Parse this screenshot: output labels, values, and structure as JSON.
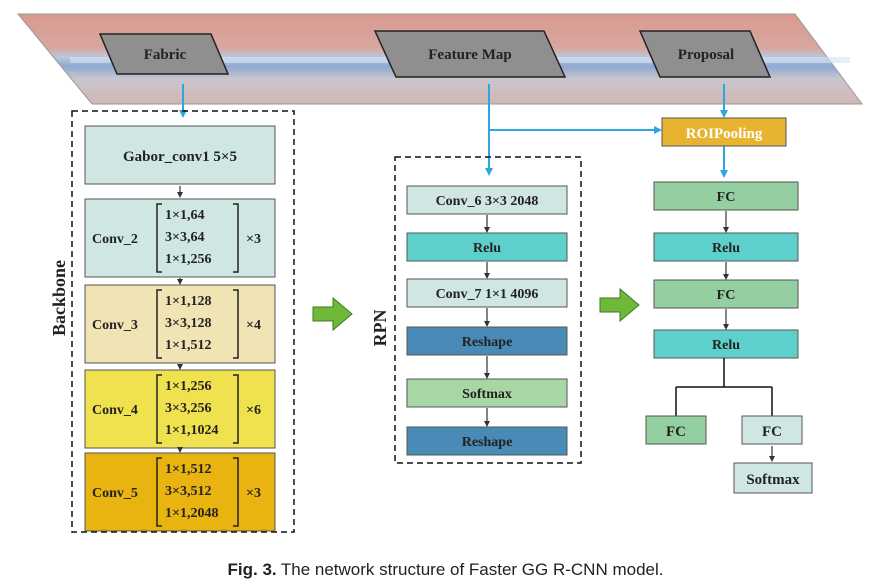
{
  "top_band": {
    "inputs": [
      "Fabric",
      "Feature Map",
      "Proposal"
    ]
  },
  "roi_pooling": "ROIPooling",
  "backbone": {
    "label": "Backbone",
    "first_layer": "Gabor_conv1 5×5",
    "stages": [
      {
        "name": "Conv_2",
        "rows": [
          "1×1,64",
          "3×3,64",
          "1×1,256"
        ],
        "repeat": "×3",
        "fill": "#cfe6e2"
      },
      {
        "name": "Conv_3",
        "rows": [
          "1×1,128",
          "3×3,128",
          "1×1,512"
        ],
        "repeat": "×4",
        "fill": "#f1e4b4"
      },
      {
        "name": "Conv_4",
        "rows": [
          "1×1,256",
          "3×3,256",
          "1×1,1024"
        ],
        "repeat": "×6",
        "fill": "#f0e24e"
      },
      {
        "name": "Conv_5",
        "rows": [
          "1×1,512",
          "3×3,512",
          "1×1,2048"
        ],
        "repeat": "×3",
        "fill": "#e9b40f"
      }
    ]
  },
  "rpn": {
    "label": "RPN",
    "layers": [
      {
        "text": "Conv_6    3×3 2048",
        "fill": "#cfe6e2"
      },
      {
        "text": "Relu",
        "fill": "#5ed0cc"
      },
      {
        "text": "Conv_7 1×1 4096",
        "fill": "#cfe6e2"
      },
      {
        "text": "Reshape",
        "fill": "#4a8ab8"
      },
      {
        "text": "Softmax",
        "fill": "#a9d7a4"
      },
      {
        "text": "Reshape",
        "fill": "#4a8ab8"
      }
    ]
  },
  "head": {
    "layers": [
      {
        "text": "FC",
        "fill": "#93cfa0"
      },
      {
        "text": "Relu",
        "fill": "#5ed0cc"
      },
      {
        "text": "FC",
        "fill": "#93cfa0"
      },
      {
        "text": "Relu",
        "fill": "#5ed0cc"
      }
    ],
    "branch_left": "FC",
    "branch_right": "FC",
    "branch_right_out": "Softmax"
  },
  "caption": {
    "label": "Fig. 3.",
    "text": "The network structure of Faster GG R-CNN model."
  }
}
